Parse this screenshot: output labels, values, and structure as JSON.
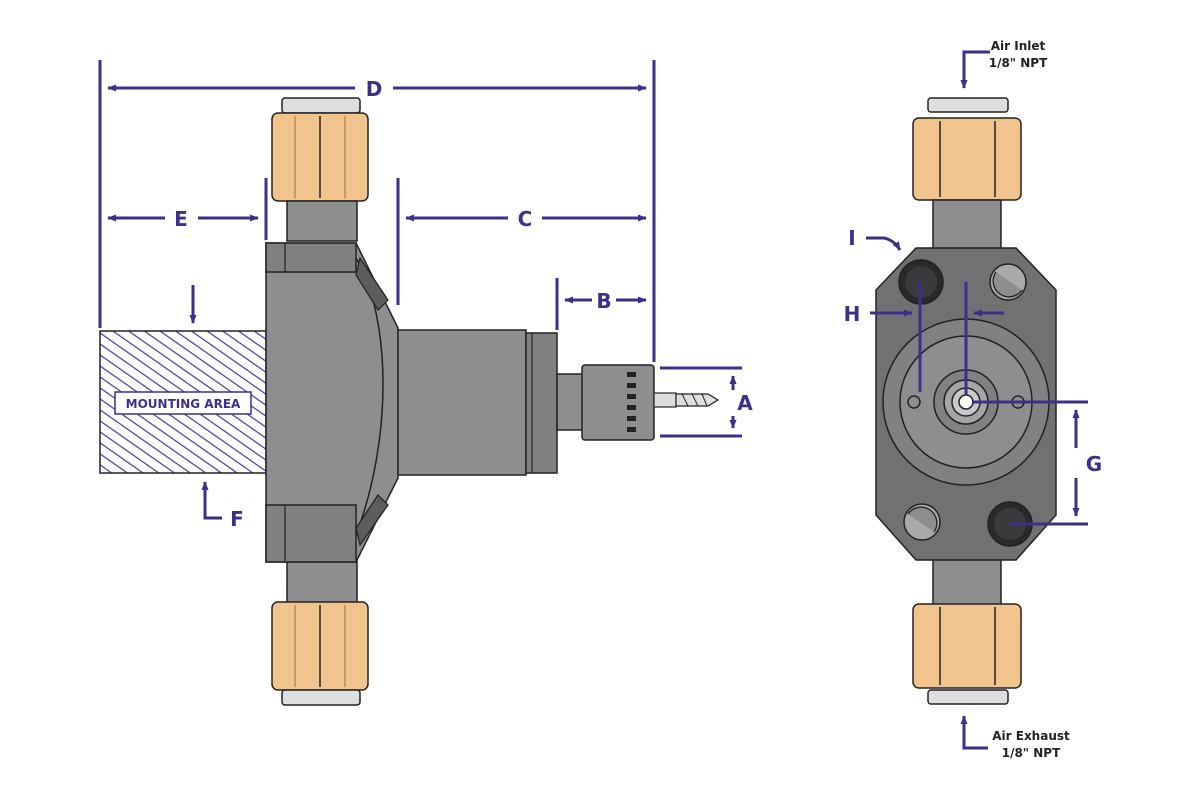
{
  "labels": {
    "dimensions": {
      "a": "A",
      "b": "B",
      "c": "C",
      "d": "D",
      "e": "E",
      "f": "F",
      "g": "G",
      "h": "H",
      "i": "I"
    },
    "mounting_area": "MOUNTING AREA",
    "air_inlet": {
      "line1": "Air Inlet",
      "line2": "1/8\" NPT"
    },
    "air_exhaust": {
      "line1": "Air Exhaust",
      "line2": "1/8\" NPT"
    }
  },
  "colors": {
    "dimension_line": "#3d2f8a",
    "body_gray": "#8c8e90",
    "body_dark": "#6f7173",
    "fitting_tan": "#f2c48d",
    "cap_light": "#dcdedf",
    "outline": "#222222",
    "hatch": "#4a3b96"
  }
}
